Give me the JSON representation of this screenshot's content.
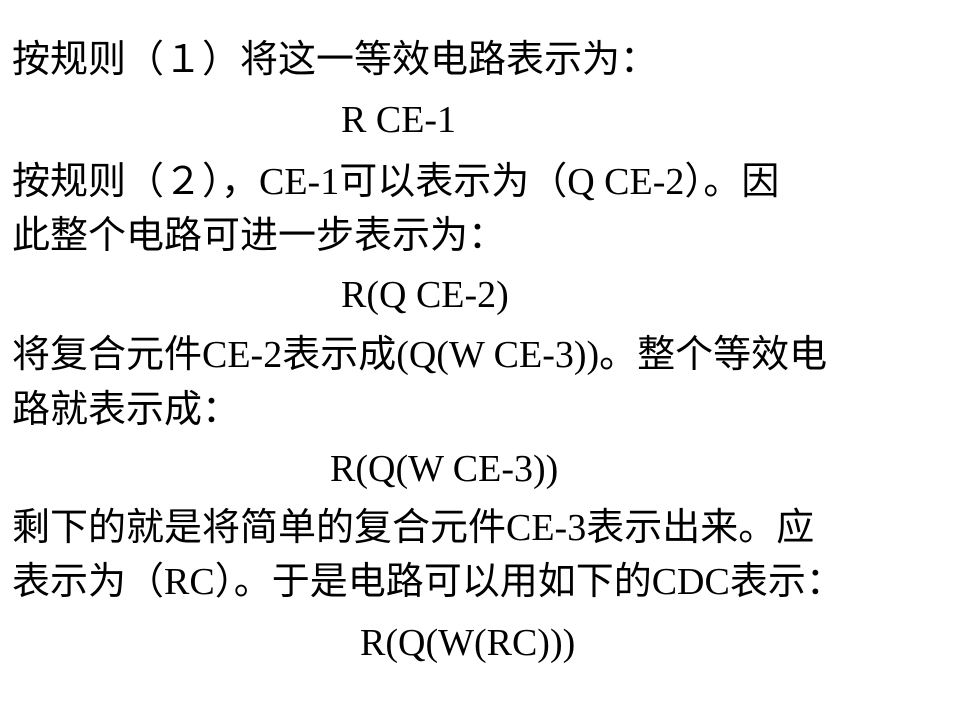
{
  "slide": {
    "paragraphs": [
      "按规则（１）将这一等效电路表示为：",
      "按规则（２），CE-1可以表示为（Q  CE-2）。因",
      "此整个电路可进一步表示为：",
      "将复合元件CE-2表示成(Q(W  CE-3))。整个等效电",
      "路就表示成：",
      "剩下的就是将简单的复合元件CE-3表示出来。应",
      "表示为（RC）。于是电路可以用如下的CDC表示："
    ],
    "formulas": [
      "R CE-1",
      "R(Q  CE-2)",
      "R(Q(W CE-3))",
      "R(Q(W(RC)))"
    ]
  }
}
